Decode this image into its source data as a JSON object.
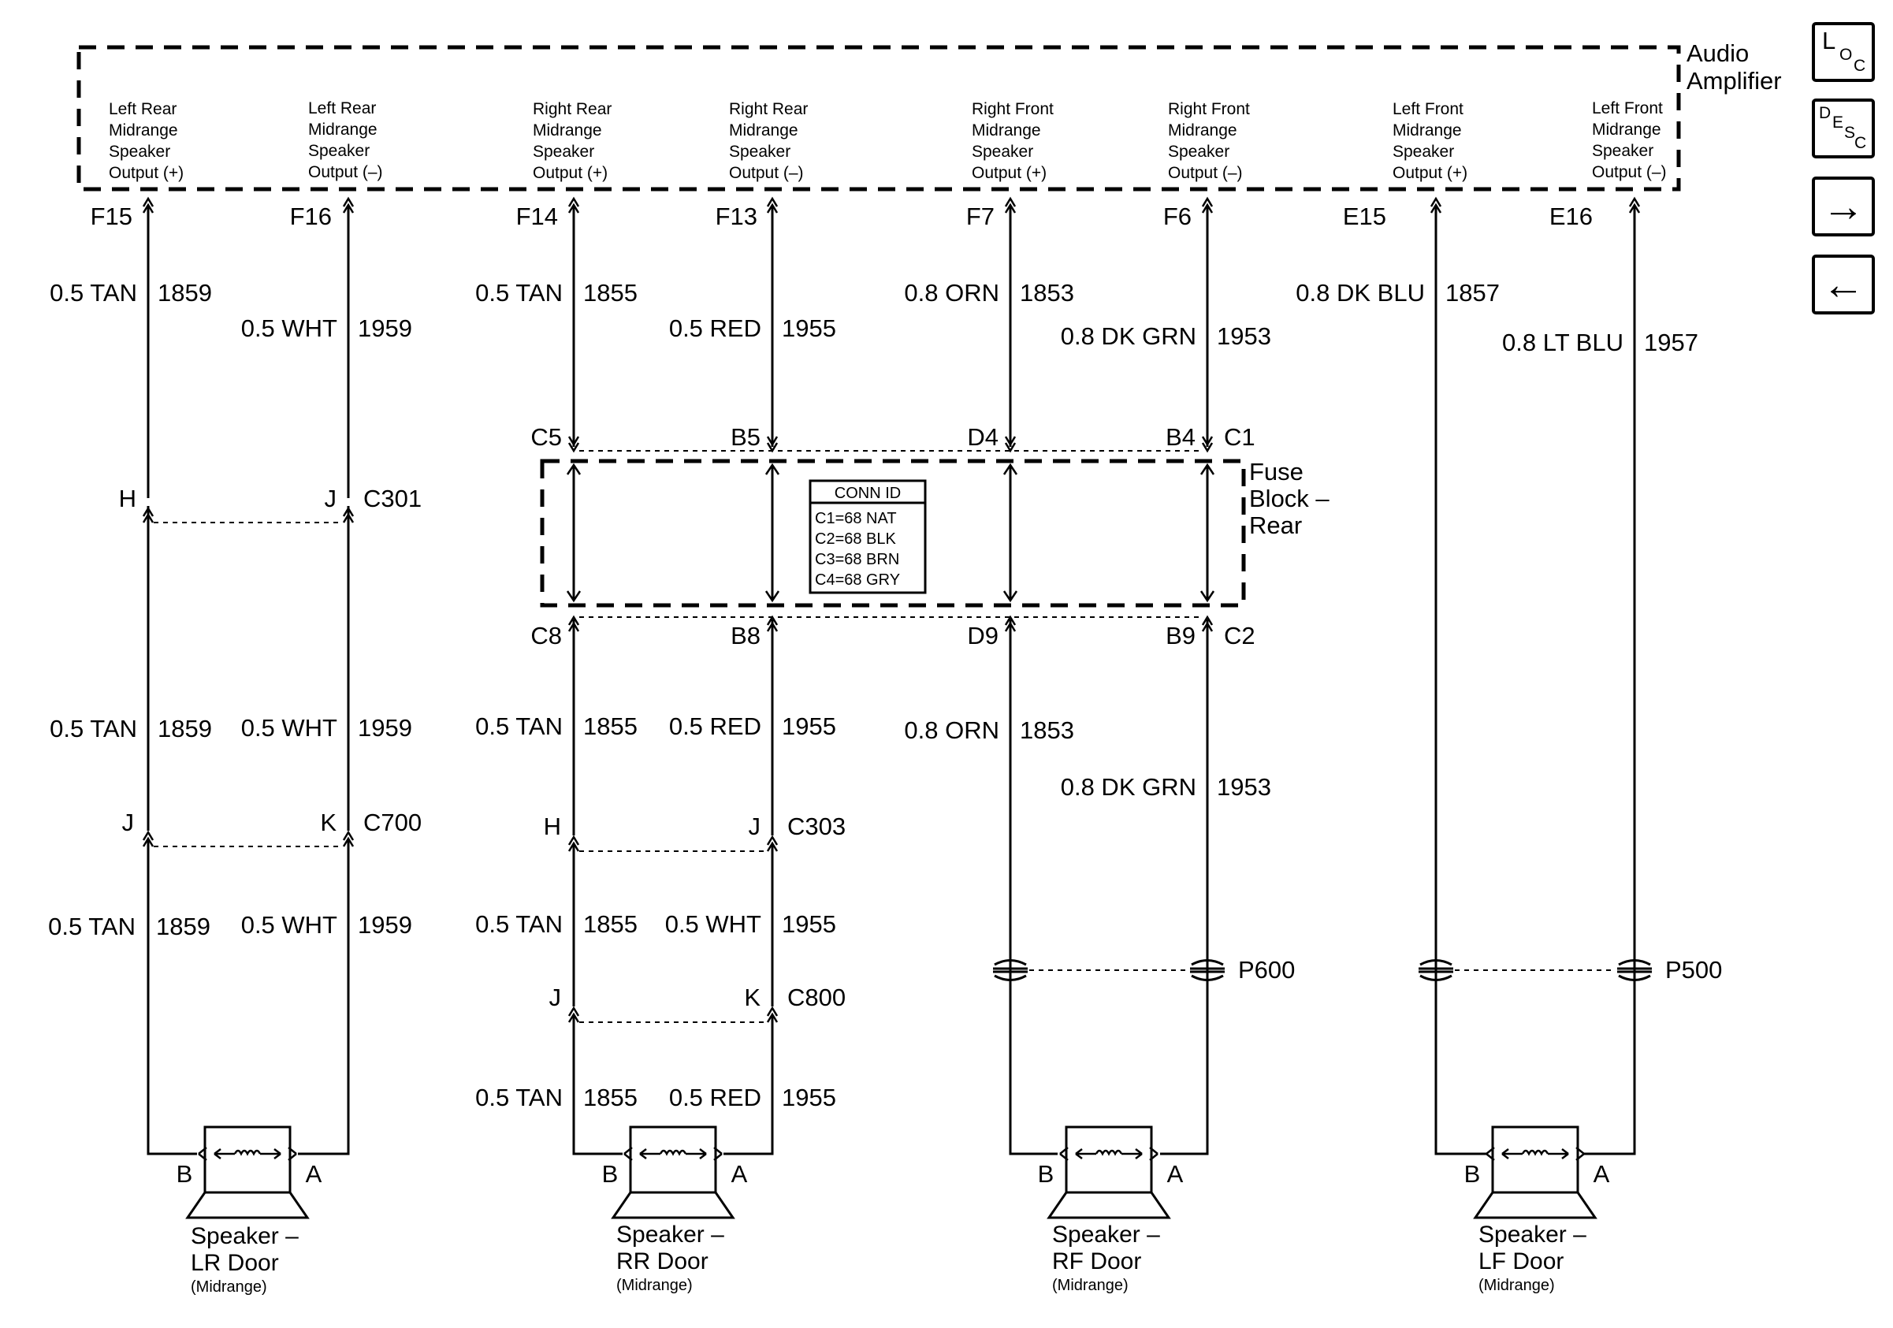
{
  "amplifier": {
    "name_line1": "Audio",
    "name_line2": "Amplifier",
    "outputs": [
      {
        "lines": [
          "Left Rear",
          "Midrange",
          "Speaker",
          "Output (+)"
        ],
        "pin": "F15"
      },
      {
        "lines": [
          "Left Rear",
          "Midrange",
          "Speaker",
          "Output (–)"
        ],
        "pin": "F16"
      },
      {
        "lines": [
          "Right Rear",
          "Midrange",
          "Speaker",
          "Output (+)"
        ],
        "pin": "F14"
      },
      {
        "lines": [
          "Right Rear",
          "Midrange",
          "Speaker",
          "Output (–)"
        ],
        "pin": "F13"
      },
      {
        "lines": [
          "Right Front",
          "Midrange",
          "Speaker",
          "Output (+)"
        ],
        "pin": "F7"
      },
      {
        "lines": [
          "Right Front",
          "Midrange",
          "Speaker",
          "Output (–)"
        ],
        "pin": "F6"
      },
      {
        "lines": [
          "Left Front",
          "Midrange",
          "Speaker",
          "Output (+)"
        ],
        "pin": "E15"
      },
      {
        "lines": [
          "Left Front",
          "Midrange",
          "Speaker",
          "Output (–)"
        ],
        "pin": "E16"
      }
    ]
  },
  "nav": {
    "loc": {
      "big": "L",
      "sub1": "O",
      "sub2": "C"
    },
    "desc": {
      "big": "D",
      "sub1": "E",
      "sub2": "S",
      "sub3": "C"
    },
    "next_glyph": "→",
    "prev_glyph": "←"
  },
  "fuse_block": {
    "name_lines": [
      "Fuse",
      "Block –",
      "Rear"
    ],
    "top_connector": "C1",
    "bottom_connector": "C2",
    "top_pins": [
      "C5",
      "B5",
      "D4",
      "B4"
    ],
    "bottom_pins": [
      "C8",
      "B8",
      "D9",
      "B9"
    ],
    "conn_id_title": "CONN ID",
    "conn_id_rows": [
      "C1=68 NAT",
      "C2=68 BLK",
      "C3=68 BRN",
      "C4=68 GRY"
    ]
  },
  "wires": {
    "top": [
      {
        "gauge_color": "0.5 TAN",
        "circuit": "1859"
      },
      {
        "gauge_color": "0.5 WHT",
        "circuit": "1959"
      },
      {
        "gauge_color": "0.5 TAN",
        "circuit": "1855"
      },
      {
        "gauge_color": "0.5 RED",
        "circuit": "1955"
      },
      {
        "gauge_color": "0.8 ORN",
        "circuit": "1853"
      },
      {
        "gauge_color": "0.8 DK GRN",
        "circuit": "1953"
      },
      {
        "gauge_color": "0.8 DK BLU",
        "circuit": "1857"
      },
      {
        "gauge_color": "0.8 LT BLU",
        "circuit": "1957"
      }
    ],
    "lr_mid": [
      {
        "gauge_color": "0.5 TAN",
        "circuit": "1859"
      },
      {
        "gauge_color": "0.5 WHT",
        "circuit": "1959"
      }
    ],
    "lr_low": [
      {
        "gauge_color": "0.5 TAN",
        "circuit": "1859"
      },
      {
        "gauge_color": "0.5 WHT",
        "circuit": "1959"
      }
    ],
    "rr_mid": [
      {
        "gauge_color": "0.5 TAN",
        "circuit": "1855"
      },
      {
        "gauge_color": "0.5 RED",
        "circuit": "1955"
      }
    ],
    "rr_low": [
      {
        "gauge_color": "0.5 TAN",
        "circuit": "1855"
      },
      {
        "gauge_color": "0.5 WHT",
        "circuit": "1955"
      }
    ],
    "rr_bottom": [
      {
        "gauge_color": "0.5 TAN",
        "circuit": "1855"
      },
      {
        "gauge_color": "0.5 RED",
        "circuit": "1955"
      }
    ],
    "rf_mid": [
      {
        "gauge_color": "0.8 ORN",
        "circuit": "1853"
      },
      {
        "gauge_color": "0.8 DK GRN",
        "circuit": "1953"
      }
    ]
  },
  "connectors": {
    "c301": {
      "name": "C301",
      "pin_left": "H",
      "pin_right": "J"
    },
    "c700": {
      "name": "C700",
      "pin_left": "J",
      "pin_right": "K"
    },
    "c303": {
      "name": "C303",
      "pin_left": "H",
      "pin_right": "J"
    },
    "c800": {
      "name": "C800",
      "pin_left": "J",
      "pin_right": "K"
    },
    "p600": {
      "name": "P600"
    },
    "p500": {
      "name": "P500"
    }
  },
  "speakers": [
    {
      "line1": "Speaker –",
      "line2": "LR Door",
      "line3": "(Midrange)",
      "pin_left": "B",
      "pin_right": "A"
    },
    {
      "line1": "Speaker –",
      "line2": "RR Door",
      "line3": "(Midrange)",
      "pin_left": "B",
      "pin_right": "A"
    },
    {
      "line1": "Speaker –",
      "line2": "RF Door",
      "line3": "(Midrange)",
      "pin_left": "B",
      "pin_right": "A"
    },
    {
      "line1": "Speaker –",
      "line2": "LF Door",
      "line3": "(Midrange)",
      "pin_left": "B",
      "pin_right": "A"
    }
  ]
}
